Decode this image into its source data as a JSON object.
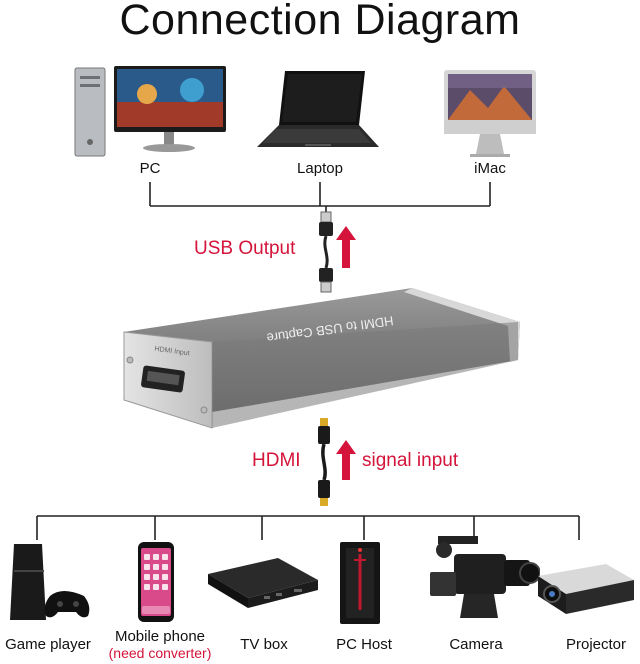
{
  "title": "Connection Diagram",
  "top_devices": [
    {
      "label": "PC",
      "icon": "desktop-pc-icon"
    },
    {
      "label": "Laptop",
      "icon": "laptop-icon"
    },
    {
      "label": "iMac",
      "icon": "imac-icon"
    }
  ],
  "usb_output_label": "USB Output",
  "device": {
    "top_text": "HDMI to USB Capture",
    "side_text": "HDMI Input"
  },
  "hdmi_label": "HDMI",
  "signal_input_label": "signal input",
  "bottom_devices": [
    {
      "label": "Game player",
      "icon": "game-console-icon"
    },
    {
      "label": "Mobile phone",
      "sublabel": "(need converter)",
      "icon": "mobile-phone-icon"
    },
    {
      "label": "TV box",
      "icon": "tv-box-icon"
    },
    {
      "label": "PC Host",
      "icon": "pc-tower-icon"
    },
    {
      "label": "Camera",
      "icon": "video-camera-icon"
    },
    {
      "label": "Projector",
      "icon": "projector-icon"
    }
  ],
  "colors": {
    "accent_red": "#d4143a",
    "line": "#222222",
    "device_body": "#8a8a8a"
  }
}
